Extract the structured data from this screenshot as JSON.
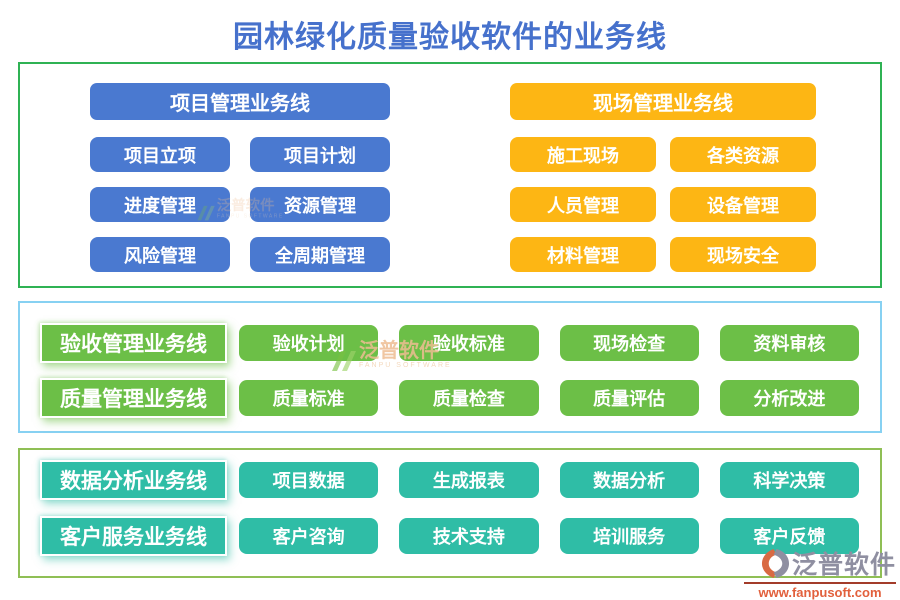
{
  "title": "园林绿化质量验收软件的业务线",
  "palette": {
    "title_blue": "#4671cc",
    "chip_blue": "#4a79d0",
    "chip_yellow": "#fdb614",
    "chip_green": "#6cbf47",
    "chip_teal": "#2fbda6",
    "section1_border": "#2fb254",
    "section2_border": "#87d1f2",
    "section3_border": "#8fbf55"
  },
  "sections": {
    "top": {
      "project": {
        "header": "项目管理业务线",
        "items": [
          "项目立项",
          "项目计划",
          "进度管理",
          "资源管理",
          "风险管理",
          "全周期管理"
        ]
      },
      "site": {
        "header": "现场管理业务线",
        "items": [
          "施工现场",
          "各类资源",
          "人员管理",
          "设备管理",
          "材料管理",
          "现场安全"
        ]
      }
    },
    "middle": {
      "rows": [
        {
          "label": "验收管理业务线",
          "items": [
            "验收计划",
            "验收标准",
            "现场检查",
            "资料审核"
          ]
        },
        {
          "label": "质量管理业务线",
          "items": [
            "质量标准",
            "质量检查",
            "质量评估",
            "分析改进"
          ]
        }
      ]
    },
    "bottom": {
      "rows": [
        {
          "label": "数据分析业务线",
          "items": [
            "项目数据",
            "生成报表",
            "数据分析",
            "科学决策"
          ]
        },
        {
          "label": "客户服务业务线",
          "items": [
            "客户咨询",
            "技术支持",
            "培训服务",
            "客户反馈"
          ]
        }
      ]
    }
  },
  "watermark": {
    "text": "泛普软件",
    "subtext": "FANPU SOFTWARE"
  },
  "logo": {
    "name": "泛普软件",
    "url": "www.fanpusoft.com"
  }
}
